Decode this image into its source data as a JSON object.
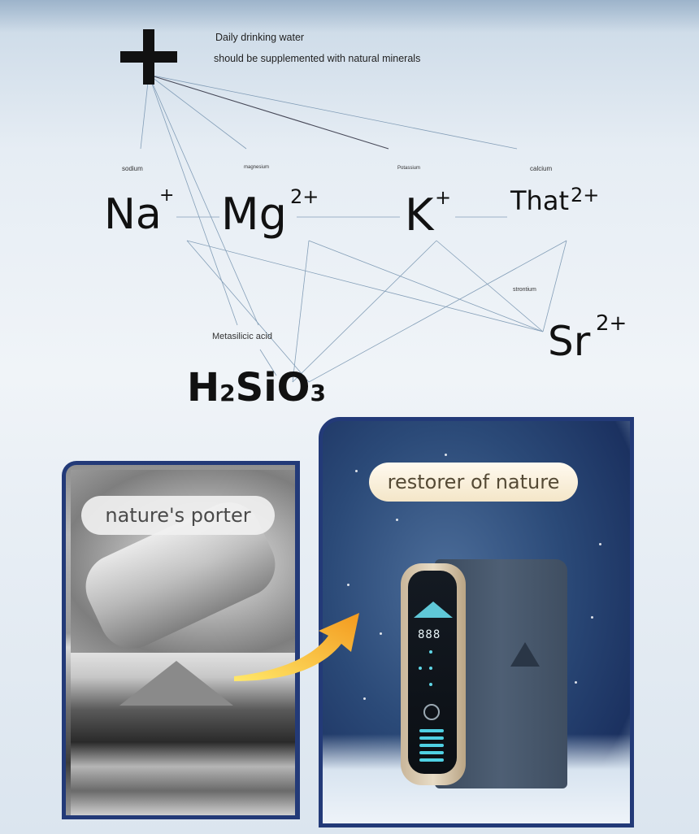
{
  "intro": {
    "line1": "Daily drinking water",
    "line2": "should be supplemented with natural minerals"
  },
  "plus_symbol": "+",
  "minerals": [
    {
      "name": "sodium",
      "symbol": "Na",
      "charge": "+"
    },
    {
      "name": "magnesium",
      "symbol": "Mg",
      "charge": "2+"
    },
    {
      "name": "Potassium",
      "symbol": "K",
      "charge": "+"
    },
    {
      "name": "calcium",
      "symbol": "That",
      "charge": "2+"
    },
    {
      "name": "strontium",
      "symbol": "Sr",
      "charge": "2+"
    },
    {
      "name": "Metasilicic acid",
      "symbol_parts": [
        "H",
        "2",
        "SiO",
        "3"
      ]
    }
  ],
  "cards": {
    "porter": {
      "label": "nature's porter"
    },
    "nature": {
      "label": "restorer of nature"
    }
  },
  "purifier": {
    "display": "888"
  },
  "colors": {
    "card_border": "#233a78",
    "link_line": "#6a8aa8",
    "arrow_start": "#ffe86a",
    "arrow_end": "#f39a1e",
    "display_accent": "#5fc8d8"
  }
}
